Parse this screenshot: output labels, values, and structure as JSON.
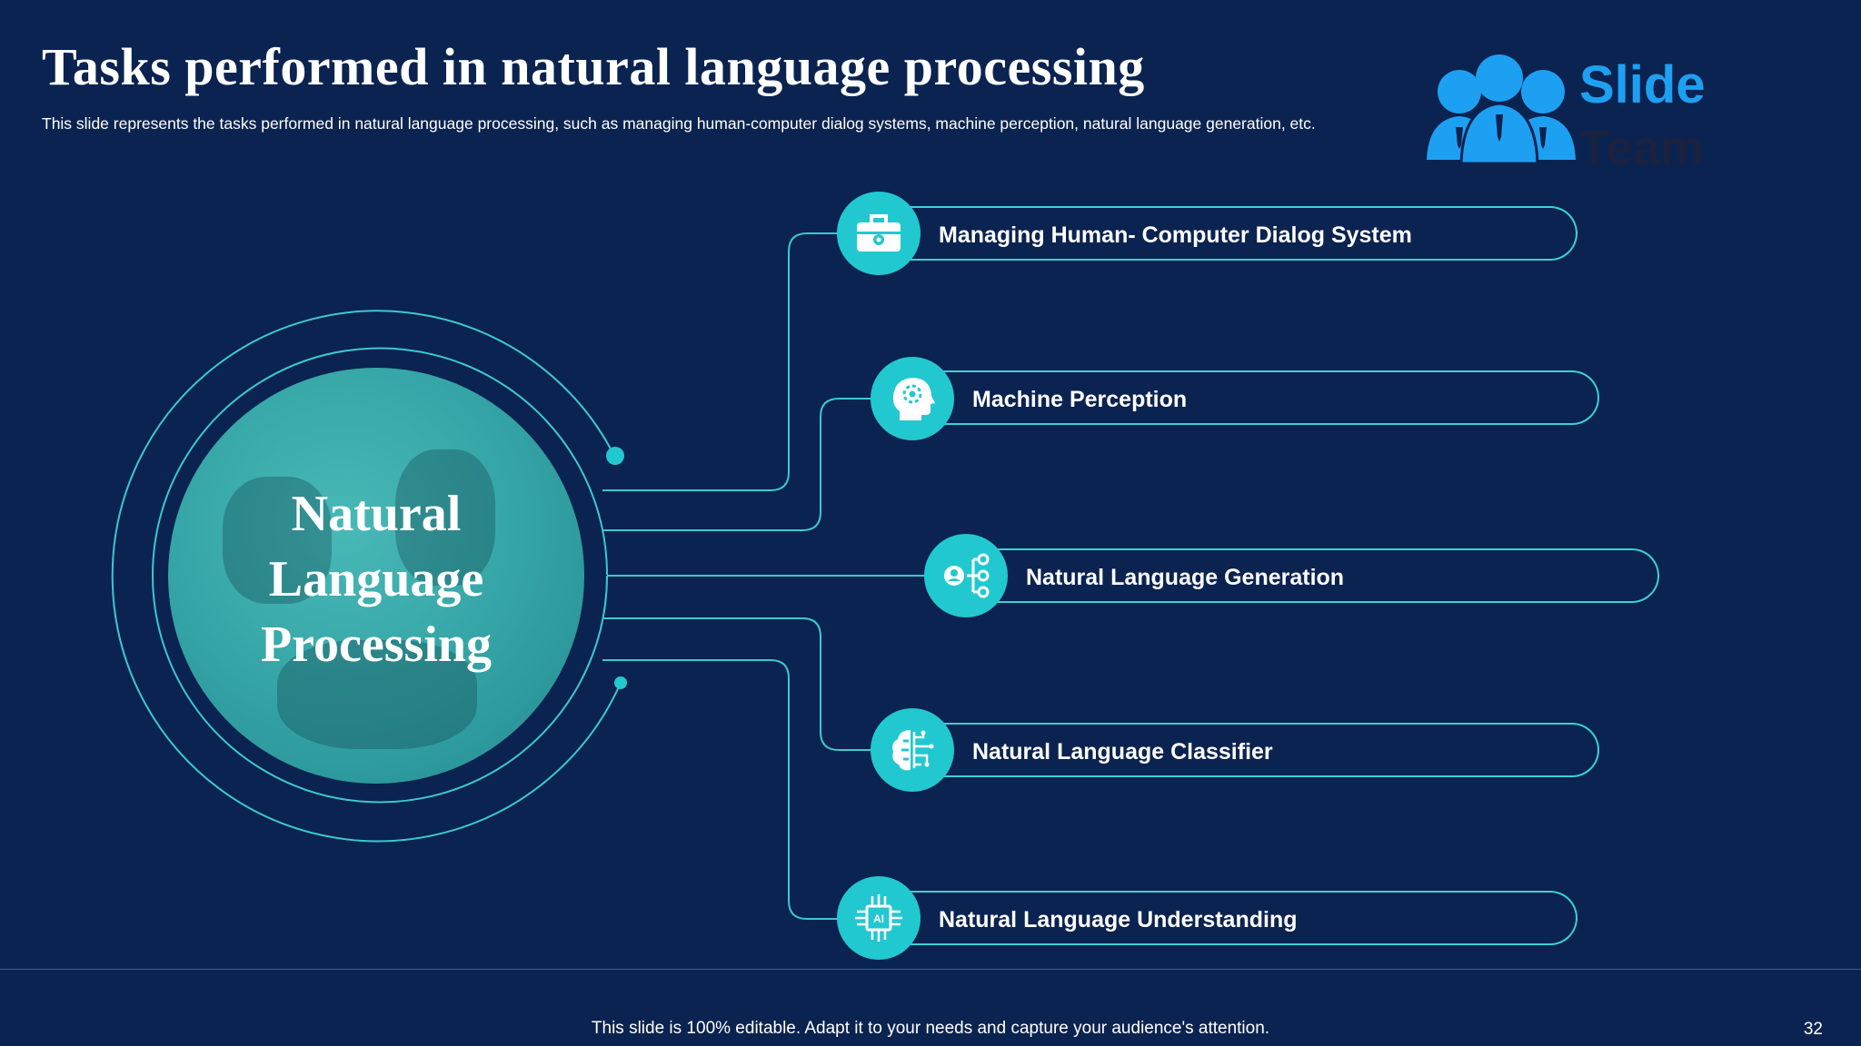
{
  "slide": {
    "title": "Tasks performed  in natural language processing",
    "subtitle": "This slide represents the tasks performed in natural language processing, such as managing human-computer dialog systems, machine perception, natural language generation, etc."
  },
  "logo": {
    "word1": "Slide",
    "word2": "Team"
  },
  "hub": {
    "line1": "Natural",
    "line2": "Language",
    "line3": "Processing"
  },
  "tasks": [
    {
      "label": "Managing Human- Computer Dialog  System",
      "icon": "toolbox-icon"
    },
    {
      "label": "Machine Perception",
      "icon": "head-gear-icon"
    },
    {
      "label": "Natural Language Generation",
      "icon": "person-network-icon"
    },
    {
      "label": "Natural Language Classifier",
      "icon": "brain-circuit-icon"
    },
    {
      "label": "Natural Language Understanding",
      "icon": "ai-chip-icon"
    }
  ],
  "footer": {
    "text": "This slide is 100% editable. Adapt it to your needs and capture your audience's attention.",
    "page_number": "32"
  },
  "colors": {
    "background": "#0b2350",
    "accent": "#22c8d0",
    "logo_blue": "#1ea0f2"
  }
}
